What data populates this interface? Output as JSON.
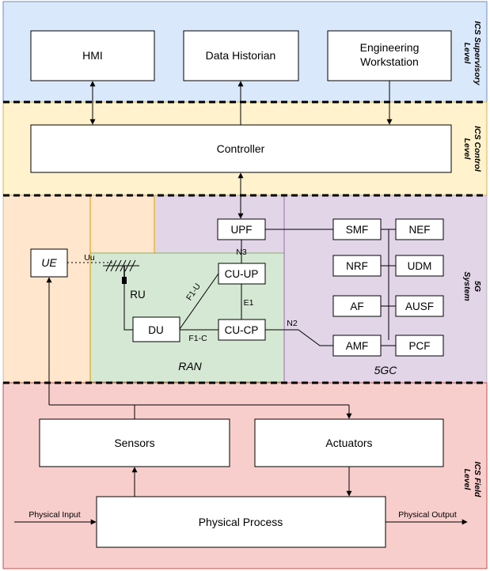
{
  "levels": {
    "supervisory": [
      "ICS Supervisory",
      "Level"
    ],
    "control": [
      "ICS Control",
      "Level"
    ],
    "system": [
      "5G",
      "System"
    ],
    "field": [
      "ICS Field",
      "Level"
    ]
  },
  "supervisory": {
    "hmi": "HMI",
    "historian": "Data Historian",
    "workstation": [
      "Engineering",
      "Workstation"
    ]
  },
  "control": {
    "controller": "Controller"
  },
  "fiveg": {
    "ue": "UE",
    "uu": "Uu",
    "ru": "RU",
    "du": "DU",
    "cu_up": "CU-UP",
    "cu_cp": "CU-CP",
    "upf": "UPF",
    "ran_label": "RAN",
    "core_label": "5GC",
    "functions": {
      "smf": "SMF",
      "nef": "NEF",
      "nrf": "NRF",
      "udm": "UDM",
      "af": "AF",
      "ausf": "AUSF",
      "amf": "AMF",
      "pcf": "PCF"
    },
    "interfaces": {
      "n3": "N3",
      "e1": "E1",
      "n2": "N2",
      "f1u": "F1-U",
      "f1c": "F1-C"
    }
  },
  "field": {
    "sensors": "Sensors",
    "actuators": "Actuators",
    "process": "Physical Process",
    "input": "Physical Input",
    "output": "Physical Output"
  },
  "colors": {
    "supervisory_bg": "#dae8fc",
    "control_bg": "#fff2cc",
    "orange_bg": "#ffe6cc",
    "purple_bg": "#e1d5e7",
    "ran_bg": "#d5e8d4",
    "field_bg": "#f8cecc"
  }
}
